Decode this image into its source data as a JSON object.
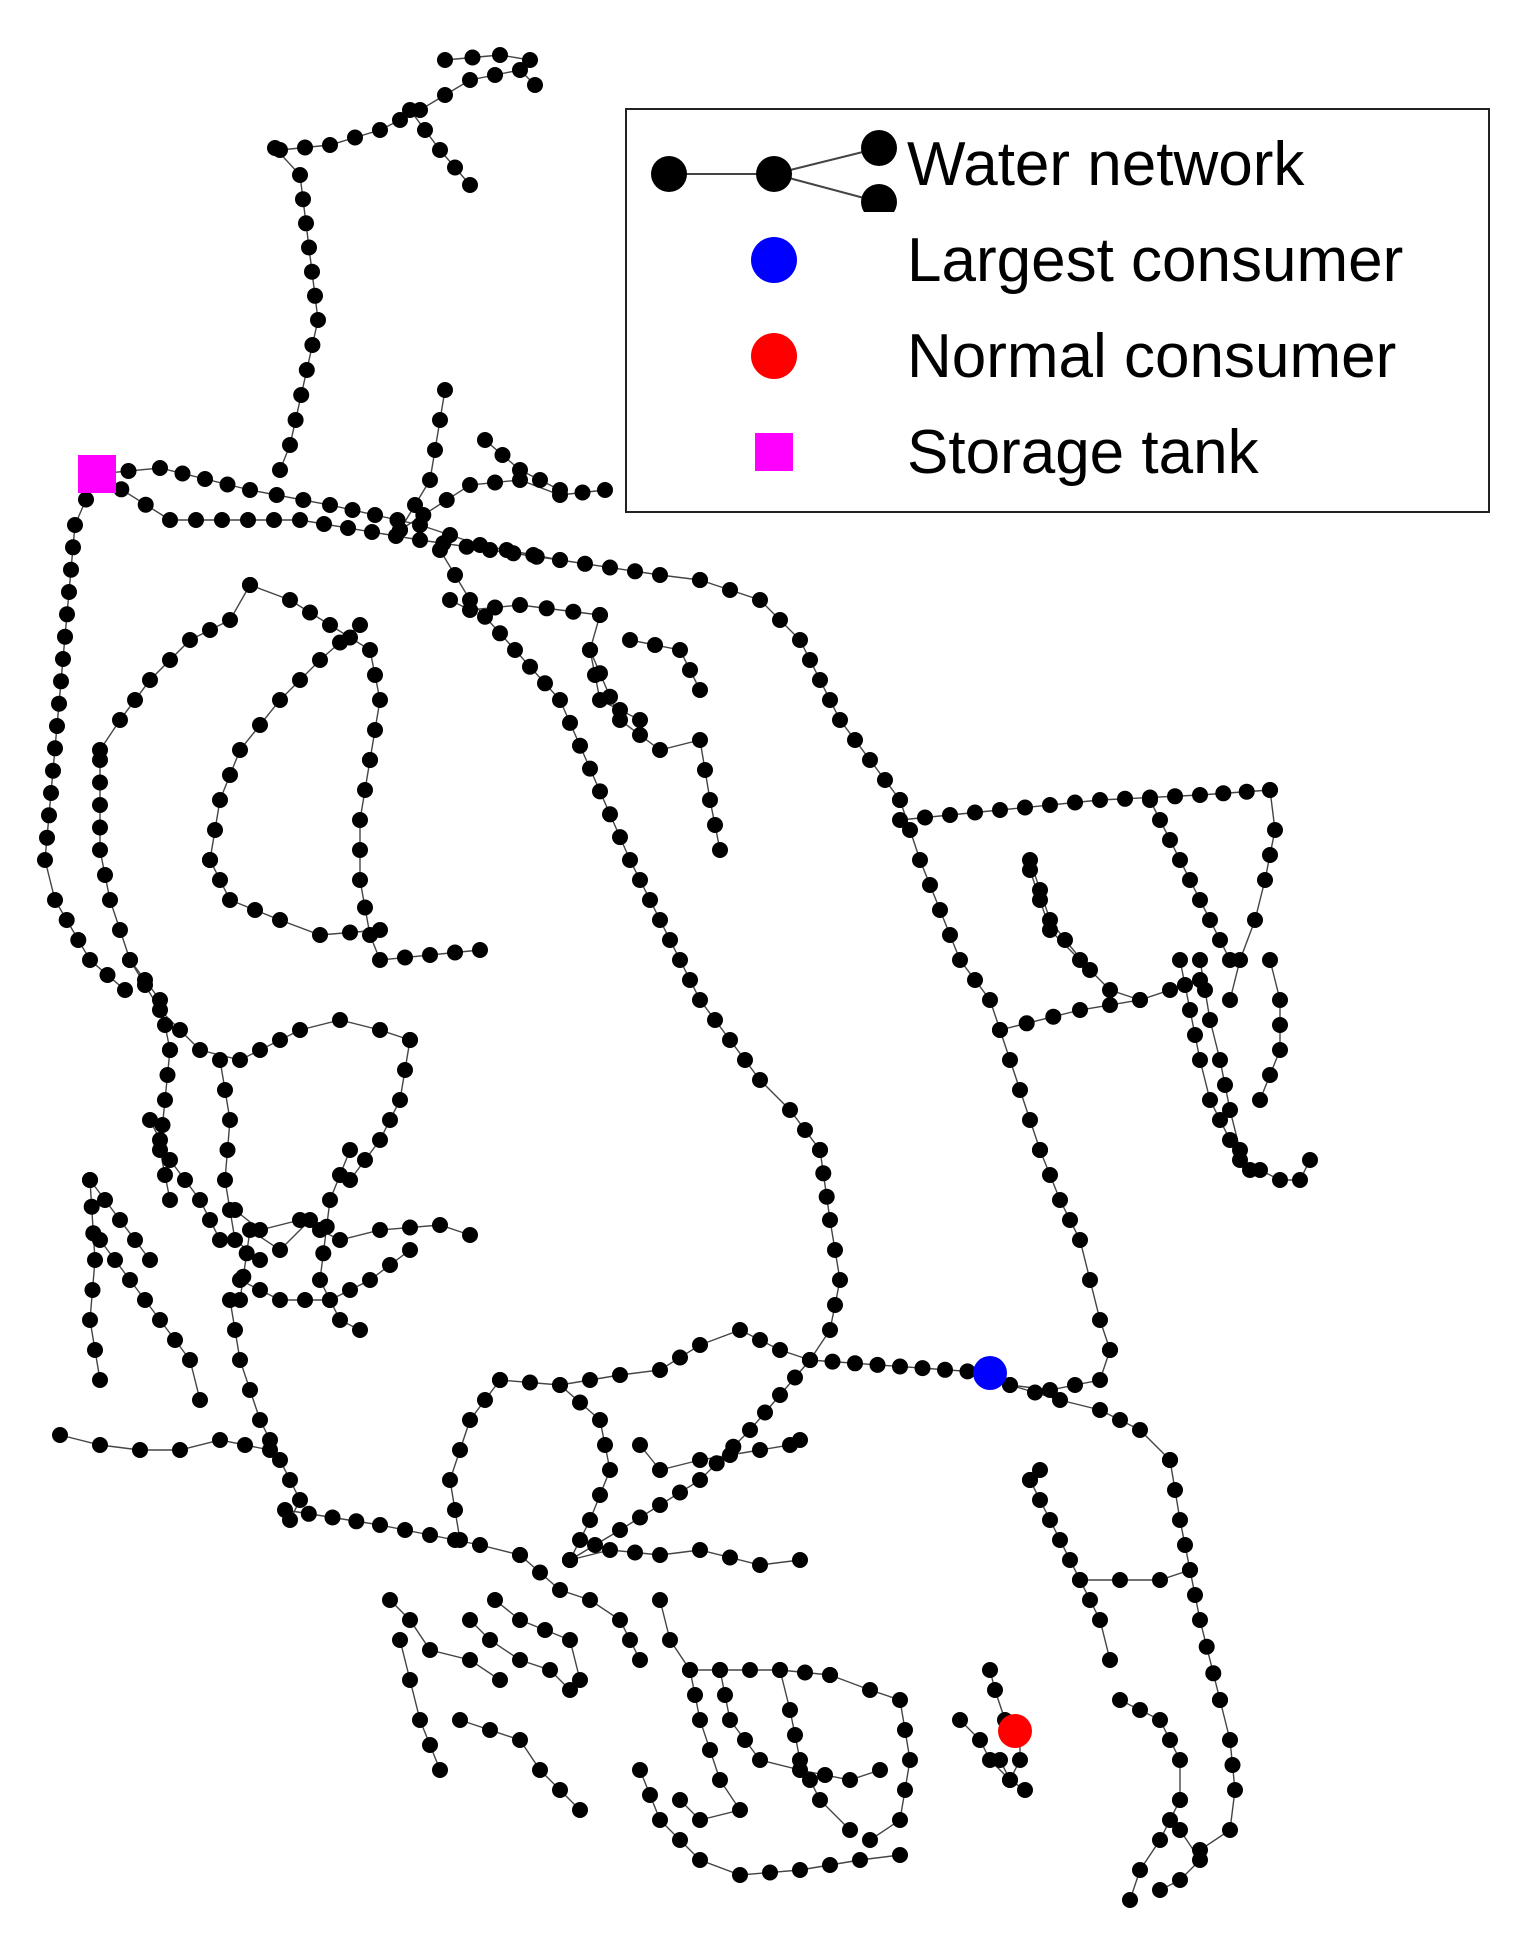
{
  "legend": {
    "items": [
      {
        "label": "Water network",
        "marker": "network-icon",
        "color": "#000000"
      },
      {
        "label": "Largest consumer",
        "marker": "circle",
        "color": "#0000ff"
      },
      {
        "label": "Normal consumer",
        "marker": "circle",
        "color": "#ff0000"
      },
      {
        "label": "Storage tank",
        "marker": "square",
        "color": "#ff00ff"
      }
    ]
  },
  "colors": {
    "pipe": "#444444",
    "node": "#000000",
    "largest_consumer": "#0000ff",
    "normal_consumer": "#ff0000",
    "storage_tank": "#ff00ff"
  }
}
